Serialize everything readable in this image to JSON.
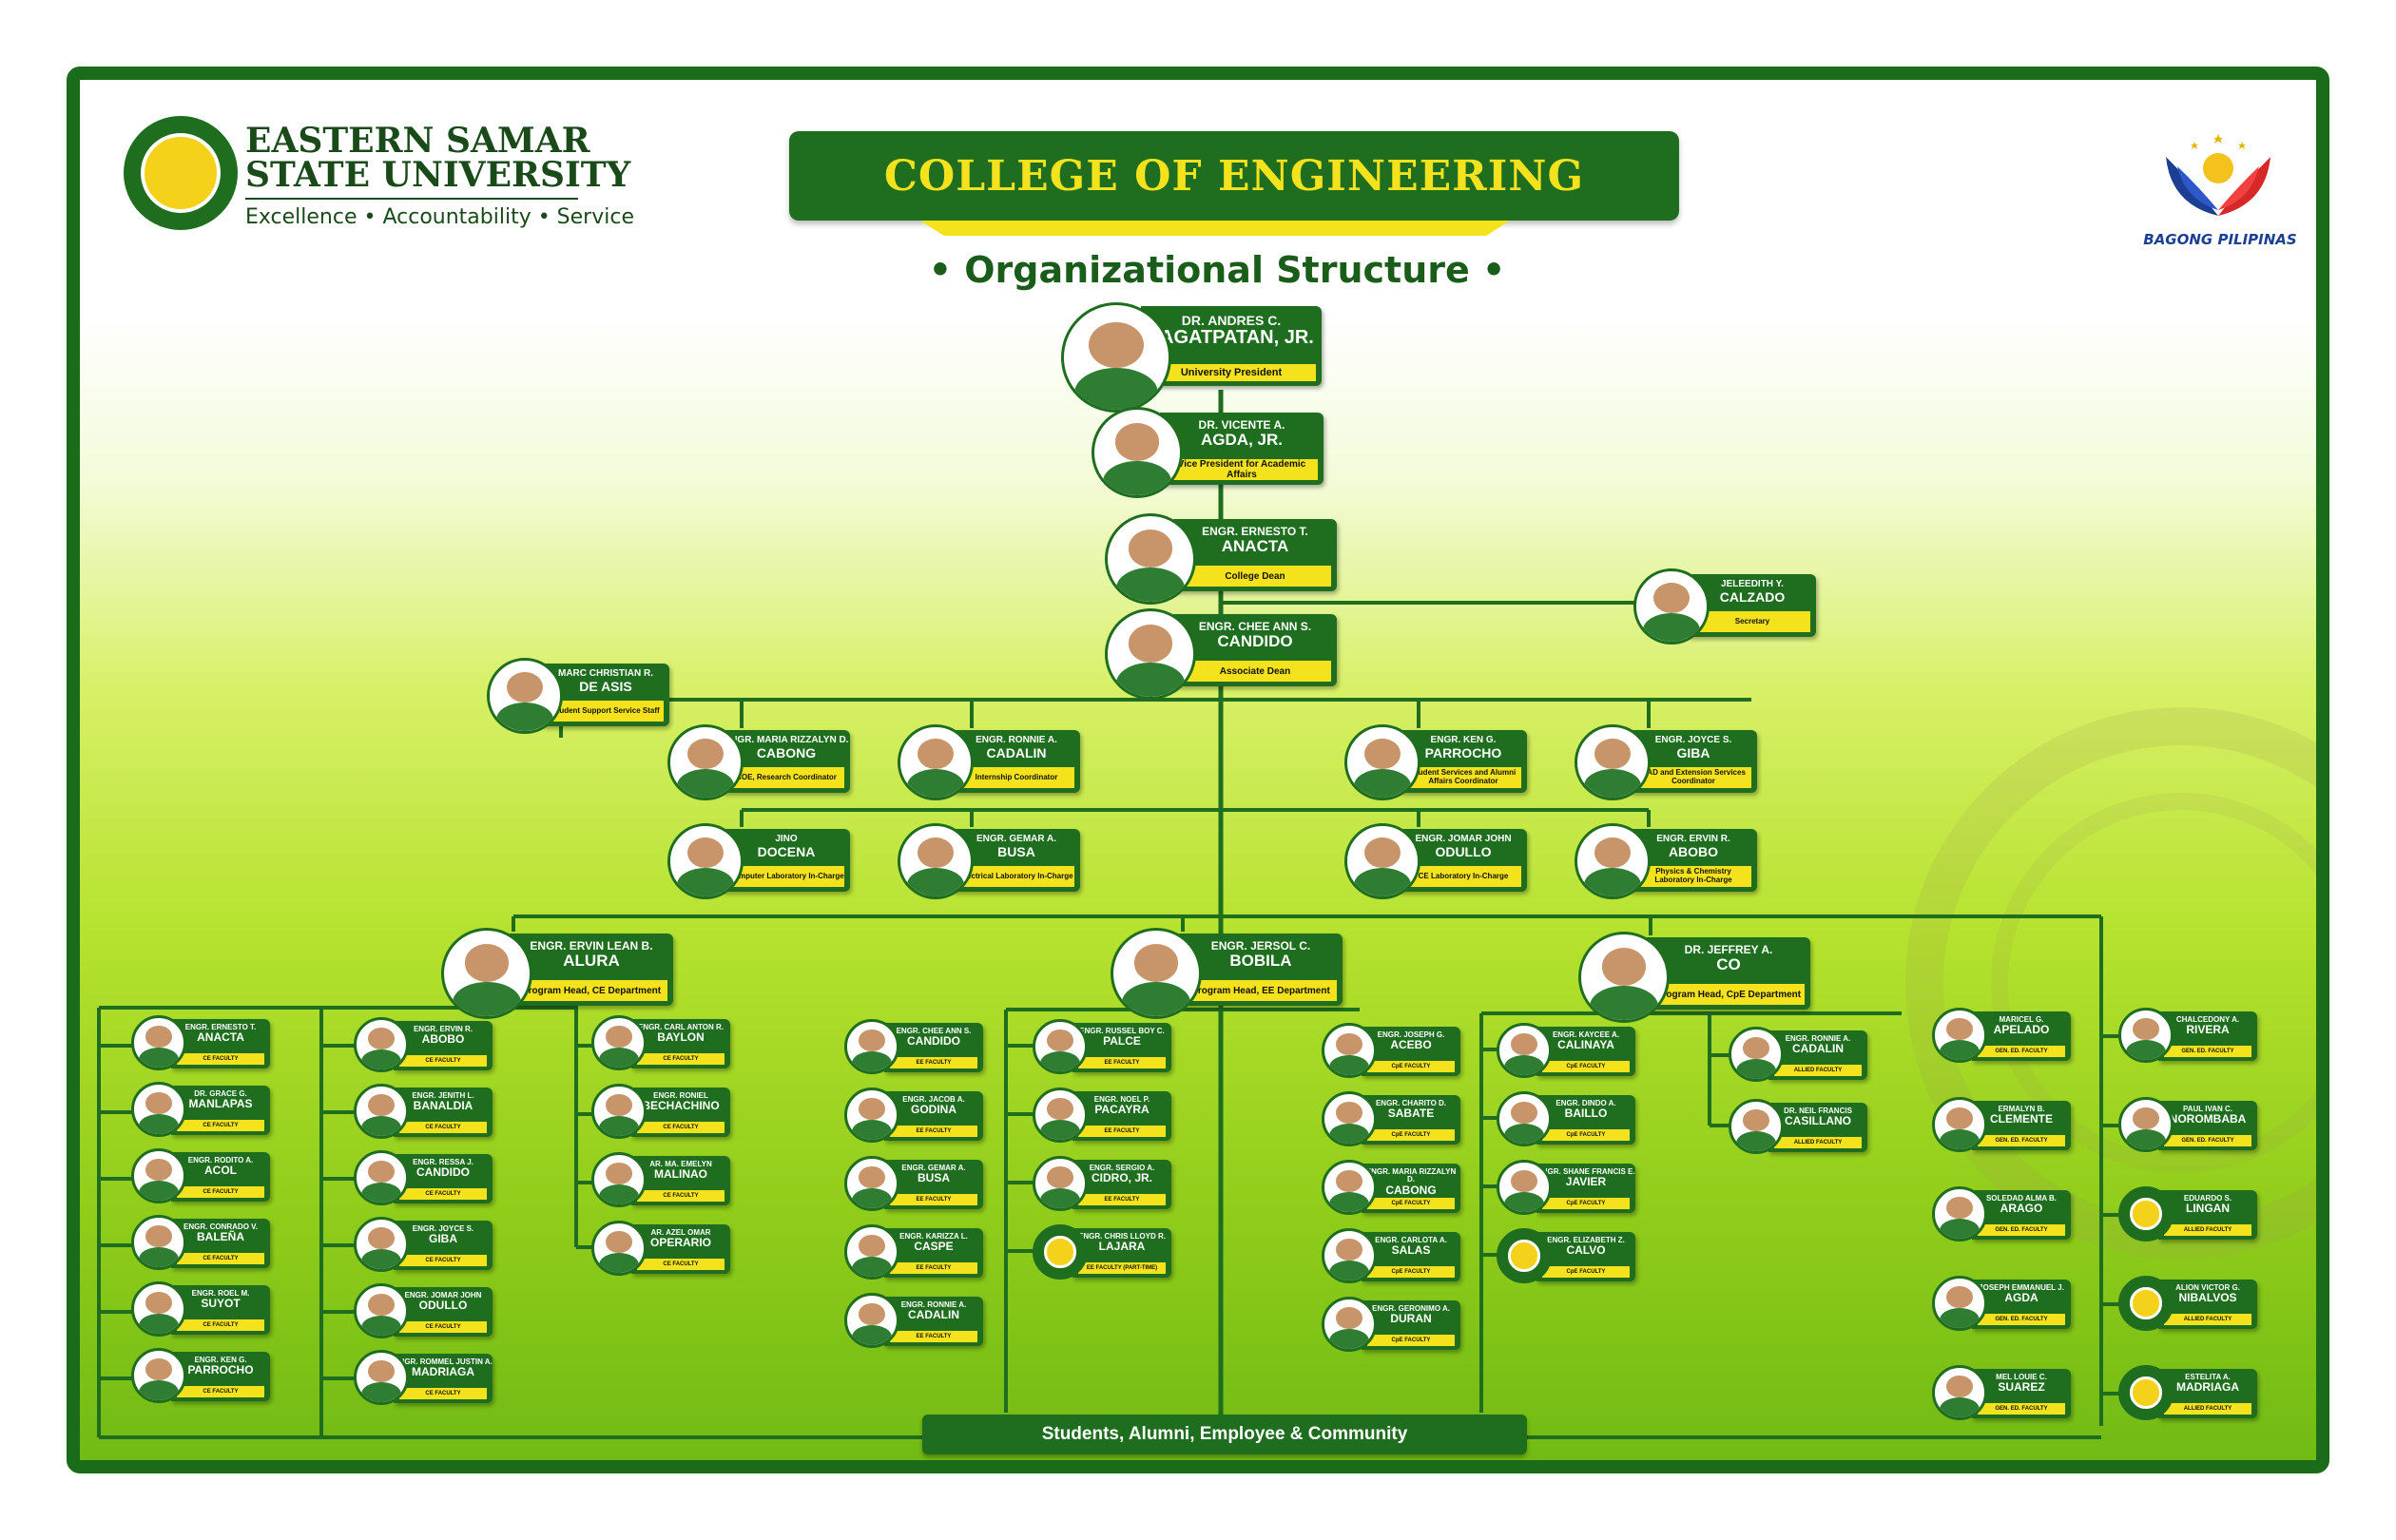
{
  "header": {
    "university_name_1": "EASTERN SAMAR",
    "university_name_2": "STATE UNIVERSITY",
    "tagline": "Excellence • Accountability • Service",
    "title": "COLLEGE OF ENGINEERING",
    "subtitle": "• Organizational Structure •",
    "right_logo_text": "BAGONG PILIPINAS"
  },
  "colors": {
    "primary_green": "#1f6d1f",
    "accent_yellow": "#f4e31c"
  },
  "footer": {
    "label": "Students, Alumni, Employee & Community"
  },
  "nodes": {
    "president": {
      "n1": "DR. ANDRES C.",
      "n2": "PAGATPATAN, JR.",
      "role": "University President"
    },
    "vpaa": {
      "n1": "DR. VICENTE A.",
      "n2": "AGDA, JR.",
      "role": "Vice President for Academic Affairs"
    },
    "dean": {
      "n1": "ENGR. ERNESTO T.",
      "n2": "ANACTA",
      "role": "College Dean"
    },
    "secretary": {
      "n1": "JELEEDITH Y.",
      "n2": "CALZADO",
      "role": "Secretary"
    },
    "assoc_dean": {
      "n1": "ENGR. CHEE ANN S.",
      "n2": "CANDIDO",
      "role": "Associate Dean"
    },
    "support_staff": {
      "n1": "MARC CHRISTIAN R.",
      "n2": "DE ASIS",
      "role": "Student Support Service Staff"
    },
    "research": {
      "n1": "ENGR. MARIA RIZZALYN D.",
      "n2": "CABONG",
      "role": "COE, Research Coordinator"
    },
    "internship": {
      "n1": "ENGR. RONNIE A.",
      "n2": "CADALIN",
      "role": "Internship Coordinator"
    },
    "ssaa": {
      "n1": "ENGR. KEN G.",
      "n2": "PARROCHO",
      "role": "Student Services and Alumni Affairs Coordinator"
    },
    "gad": {
      "n1": "ENGR. JOYCE S.",
      "n2": "GIBA",
      "role": "GAD and Extension Services Coordinator"
    },
    "comp_lab": {
      "n1": "JINO",
      "n2": "DOCENA",
      "role": "Computer Laboratory In-Charge"
    },
    "elec_lab": {
      "n1": "ENGR. GEMAR A.",
      "n2": "BUSA",
      "role": "Electrical Laboratory In-Charge"
    },
    "ce_lab": {
      "n1": "ENGR. JOMAR JOHN",
      "n2": "ODULLO",
      "role": "CE Laboratory In-Charge"
    },
    "phys_lab": {
      "n1": "ENGR. ERVIN R.",
      "n2": "ABOBO",
      "role": "Physics & Chemistry Laboratory In-Charge"
    },
    "ce_head": {
      "n1": "ENGR. ERVIN LEAN B.",
      "n2": "ALURA",
      "role": "Program Head, CE Department"
    },
    "ee_head": {
      "n1": "ENGR. JERSOL C.",
      "n2": "BOBILA",
      "role": "Program Head, EE Department"
    },
    "cpe_head": {
      "n1": "DR. JEFFREY A.",
      "n2": "CO",
      "role": "Program Head, CpE Department"
    }
  },
  "faculty": {
    "ce_col1": [
      {
        "n1": "ENGR. ERNESTO T.",
        "n2": "ANACTA",
        "role": "CE FACULTY"
      },
      {
        "n1": "DR. GRACE G.",
        "n2": "MANLAPAS",
        "role": "CE FACULTY"
      },
      {
        "n1": "ENGR. RODITO A.",
        "n2": "ACOL",
        "role": "CE FACULTY"
      },
      {
        "n1": "ENGR. CONRADO V.",
        "n2": "BALEÑA",
        "role": "CE FACULTY"
      },
      {
        "n1": "ENGR. ROEL M.",
        "n2": "SUYOT",
        "role": "CE FACULTY"
      },
      {
        "n1": "ENGR. KEN G.",
        "n2": "PARROCHO",
        "role": "CE FACULTY"
      }
    ],
    "ce_col2": [
      {
        "n1": "ENGR. ERVIN R.",
        "n2": "ABOBO",
        "role": "CE FACULTY"
      },
      {
        "n1": "ENGR. JENITH L.",
        "n2": "BANALDIA",
        "role": "CE FACULTY"
      },
      {
        "n1": "ENGR. RESSA J.",
        "n2": "CANDIDO",
        "role": "CE FACULTY"
      },
      {
        "n1": "ENGR. JOYCE S.",
        "n2": "GIBA",
        "role": "CE FACULTY"
      },
      {
        "n1": "ENGR. JOMAR JOHN",
        "n2": "ODULLO",
        "role": "CE FACULTY"
      },
      {
        "n1": "ENGR. ROMMEL JUSTIN A.",
        "n2": "MADRIAGA",
        "role": "CE FACULTY"
      }
    ],
    "ce_col3": [
      {
        "n1": "ENGR. CARL ANTON R.",
        "n2": "BAYLON",
        "role": "CE FACULTY"
      },
      {
        "n1": "ENGR. RONIEL",
        "n2": "BECHACHINO",
        "role": "CE FACULTY"
      },
      {
        "n1": "AR. MA. EMELYN",
        "n2": "MALINAO",
        "role": "CE FACULTY"
      },
      {
        "n1": "AR. AZEL OMAR",
        "n2": "OPERARIO",
        "role": "CE FACULTY"
      }
    ],
    "ee_col1": [
      {
        "n1": "ENGR. CHEE ANN S.",
        "n2": "CANDIDO",
        "role": "EE FACULTY"
      },
      {
        "n1": "ENGR. JACOB A.",
        "n2": "GODINA",
        "role": "EE FACULTY"
      },
      {
        "n1": "ENGR. GEMAR A.",
        "n2": "BUSA",
        "role": "EE FACULTY"
      },
      {
        "n1": "ENGR. KARIZZA L.",
        "n2": "CASPE",
        "role": "EE FACULTY"
      },
      {
        "n1": "ENGR. RONNIE A.",
        "n2": "CADALIN",
        "role": "EE FACULTY"
      }
    ],
    "ee_col2": [
      {
        "n1": "ENGR. RUSSEL BOY C.",
        "n2": "PALCE",
        "role": "EE FACULTY"
      },
      {
        "n1": "ENGR. NOEL P.",
        "n2": "PACAYRA",
        "role": "EE FACULTY"
      },
      {
        "n1": "ENGR. SERGIO A.",
        "n2": "CIDRO, JR.",
        "role": "EE FACULTY"
      },
      {
        "n1": "ENGR. CHRIS LLOYD R.",
        "n2": "LAJARA",
        "role": "EE FACULTY (PART-TIME)",
        "logo": true
      }
    ],
    "cpe_col1": [
      {
        "n1": "ENGR. JOSEPH G.",
        "n2": "ACEBO",
        "role": "CpE FACULTY"
      },
      {
        "n1": "ENGR. CHARITO D.",
        "n2": "SABATE",
        "role": "CpE FACULTY"
      },
      {
        "n1": "ENGR. MARIA RIZZALYN D.",
        "n2": "CABONG",
        "role": "CpE FACULTY"
      },
      {
        "n1": "ENGR. CARLOTA A.",
        "n2": "SALAS",
        "role": "CpE FACULTY"
      },
      {
        "n1": "ENGR. GERONIMO A.",
        "n2": "DURAN",
        "role": "CpE FACULTY"
      }
    ],
    "cpe_col2": [
      {
        "n1": "ENGR. KAYCEE A.",
        "n2": "CALINAYA",
        "role": "CpE FACULTY"
      },
      {
        "n1": "ENGR. DINDO A.",
        "n2": "BAILLO",
        "role": "CpE FACULTY"
      },
      {
        "n1": "ENGR. SHANE FRANCIS E.",
        "n2": "JAVIER",
        "role": "CpE FACULTY"
      },
      {
        "n1": "ENGR. ELIZABETH Z.",
        "n2": "CALVO",
        "role": "CpE FACULTY",
        "logo": true
      }
    ],
    "allied_top": [
      {
        "n1": "ENGR. RONNIE A.",
        "n2": "CADALIN",
        "role": "ALLIED FACULTY"
      },
      {
        "n1": "DR. NEIL FRANCIS",
        "n2": "CASILLANO",
        "role": "ALLIED FACULTY"
      }
    ],
    "gened_col1": [
      {
        "n1": "MARICEL G.",
        "n2": "APELADO",
        "role": "GEN. ED. FACULTY"
      },
      {
        "n1": "ERMALYN B.",
        "n2": "CLEMENTE",
        "role": "GEN. ED. FACULTY"
      },
      {
        "n1": "SOLEDAD ALMA B.",
        "n2": "ARAGO",
        "role": "GEN. ED. FACULTY"
      },
      {
        "n1": "JOSEPH EMMANUEL J.",
        "n2": "AGDA",
        "role": "GEN. ED. FACULTY"
      },
      {
        "n1": "MEL LOUIE C.",
        "n2": "SUAREZ",
        "role": "GEN. ED. FACULTY"
      }
    ],
    "gened_col2": [
      {
        "n1": "CHALCEDONY A.",
        "n2": "RIVERA",
        "role": "GEN. ED. FACULTY"
      },
      {
        "n1": "PAUL IVAN C.",
        "n2": "NOROMBABA",
        "role": "GEN. ED. FACULTY"
      },
      {
        "n1": "EDUARDO S.",
        "n2": "LINGAN",
        "role": "ALLIED FACULTY",
        "logo": true
      },
      {
        "n1": "ALION VICTOR G.",
        "n2": "NIBALVOS",
        "role": "ALLIED FACULTY",
        "logo": true
      },
      {
        "n1": "ESTELITA A.",
        "n2": "MADRIAGA",
        "role": "ALLIED FACULTY",
        "logo": true
      }
    ]
  }
}
